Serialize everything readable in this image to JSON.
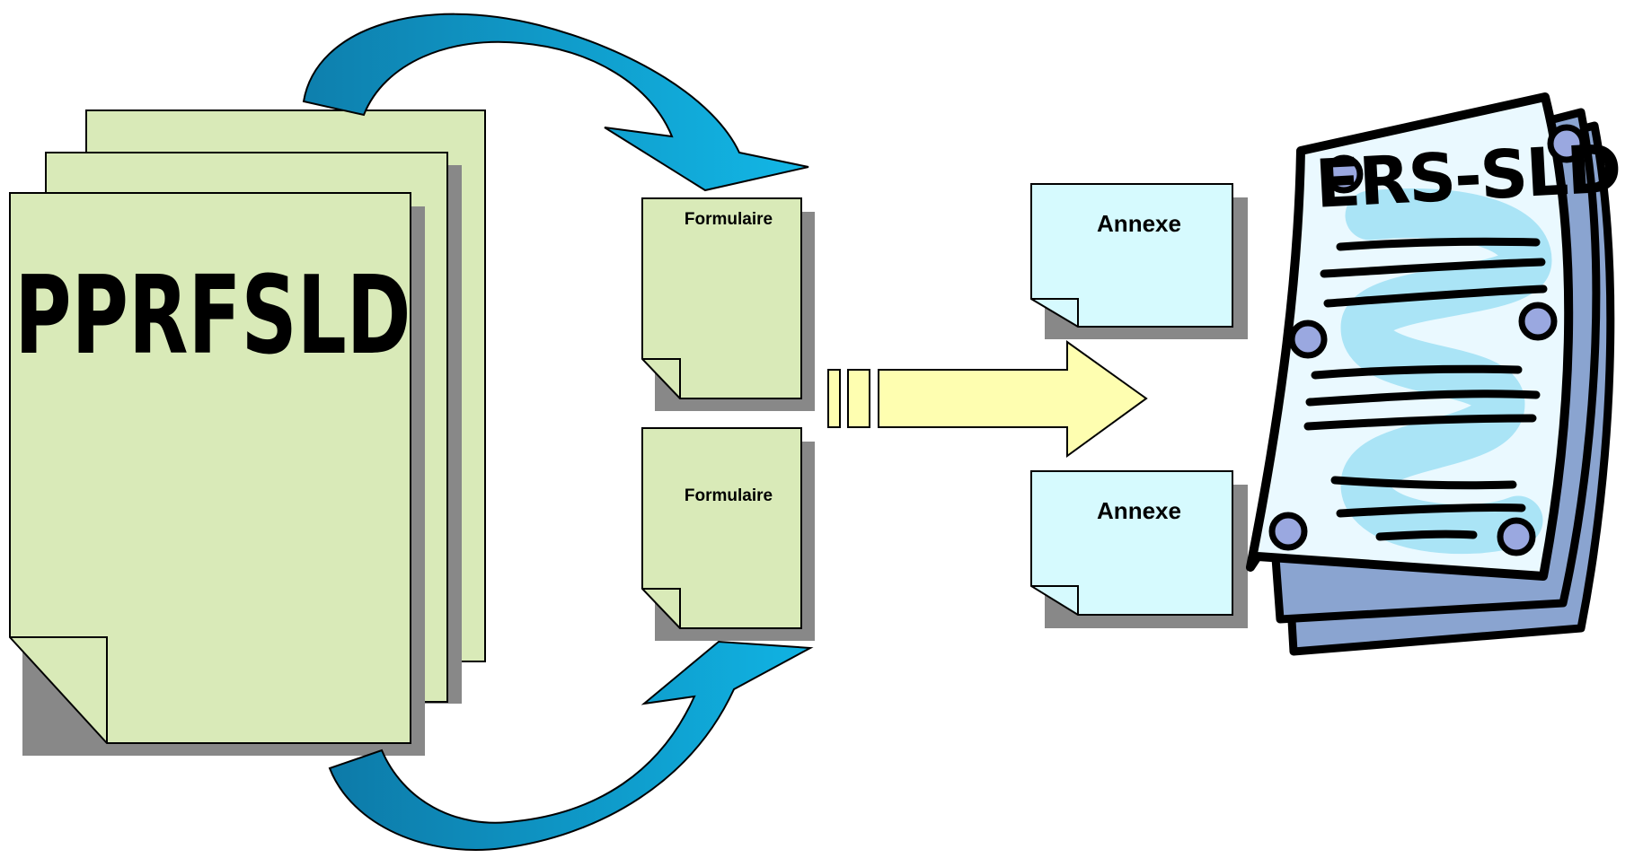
{
  "source_document": {
    "title": "PPRFSLD"
  },
  "forms": [
    {
      "label": "Formulaire"
    },
    {
      "label": "Formulaire"
    }
  ],
  "annexes": [
    {
      "label": "Annexe"
    },
    {
      "label": "Annexe"
    }
  ],
  "result_document": {
    "title": "ERS-SLD"
  },
  "colors": {
    "page_green": "#d9eab8",
    "annex_cyan": "#d6fafe",
    "arrow_blue": "#0aa2d3",
    "arrow_yellow": "#fefeb0",
    "shadow": "#888888",
    "scroll_paper": "#eaf9ff",
    "scroll_back": "#8aa4d0",
    "scroll_swirl": "#9fe0f4"
  }
}
